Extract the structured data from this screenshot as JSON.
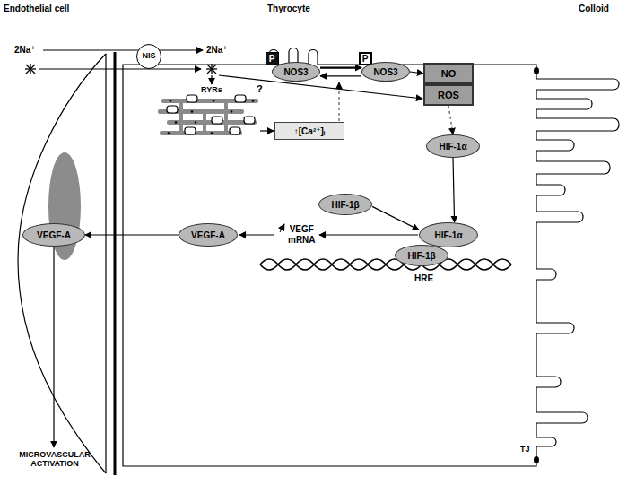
{
  "diagram": {
    "nodes": [
      {
        "text": [
          "NIS"
        ]
      },
      {
        "text": [
          "P"
        ]
      },
      {
        "text": [
          "NOS3"
        ]
      },
      {
        "text": [
          "P"
        ]
      },
      {
        "text": [
          "NOS3"
        ]
      },
      {
        "text": [
          "NO"
        ]
      },
      {
        "text": [
          "ROS"
        ]
      },
      {
        "text": [
          "↑[Ca²⁺]ᵢ"
        ]
      },
      {
        "text": [
          "HIF-1α"
        ]
      },
      {
        "text": [
          "HIF-1β"
        ]
      },
      {
        "text": [
          "HIF-1α"
        ]
      },
      {
        "text": [
          "HIF-1β"
        ]
      },
      {
        "text": [
          "VEGF-A"
        ]
      },
      {
        "text": [
          "VEGF-A"
        ]
      }
    ],
    "edges": [
      {
        "from": 2,
        "to": 4,
        "arrow": "to"
      },
      {
        "from": 4,
        "to": 2,
        "arrow": "to"
      },
      {
        "from": 4,
        "to": 5,
        "arrow": "to"
      },
      {
        "from": 6,
        "to": 8,
        "arrow": "to"
      },
      {
        "from": 8,
        "to": 10,
        "arrow": "to"
      },
      {
        "from": 9,
        "to": 10,
        "arrow": "to"
      },
      {
        "from": 13,
        "to": 12,
        "arrow": "to"
      }
    ],
    "labels": [
      "Endothelial cell",
      "Thyrocyte",
      "Colloid",
      "2Na⁺",
      "2Na⁺",
      "RYRs",
      "?",
      "VEGF mRNA",
      "HRE",
      "TJ",
      "MICROVASCULAR ACTIVATION"
    ]
  }
}
